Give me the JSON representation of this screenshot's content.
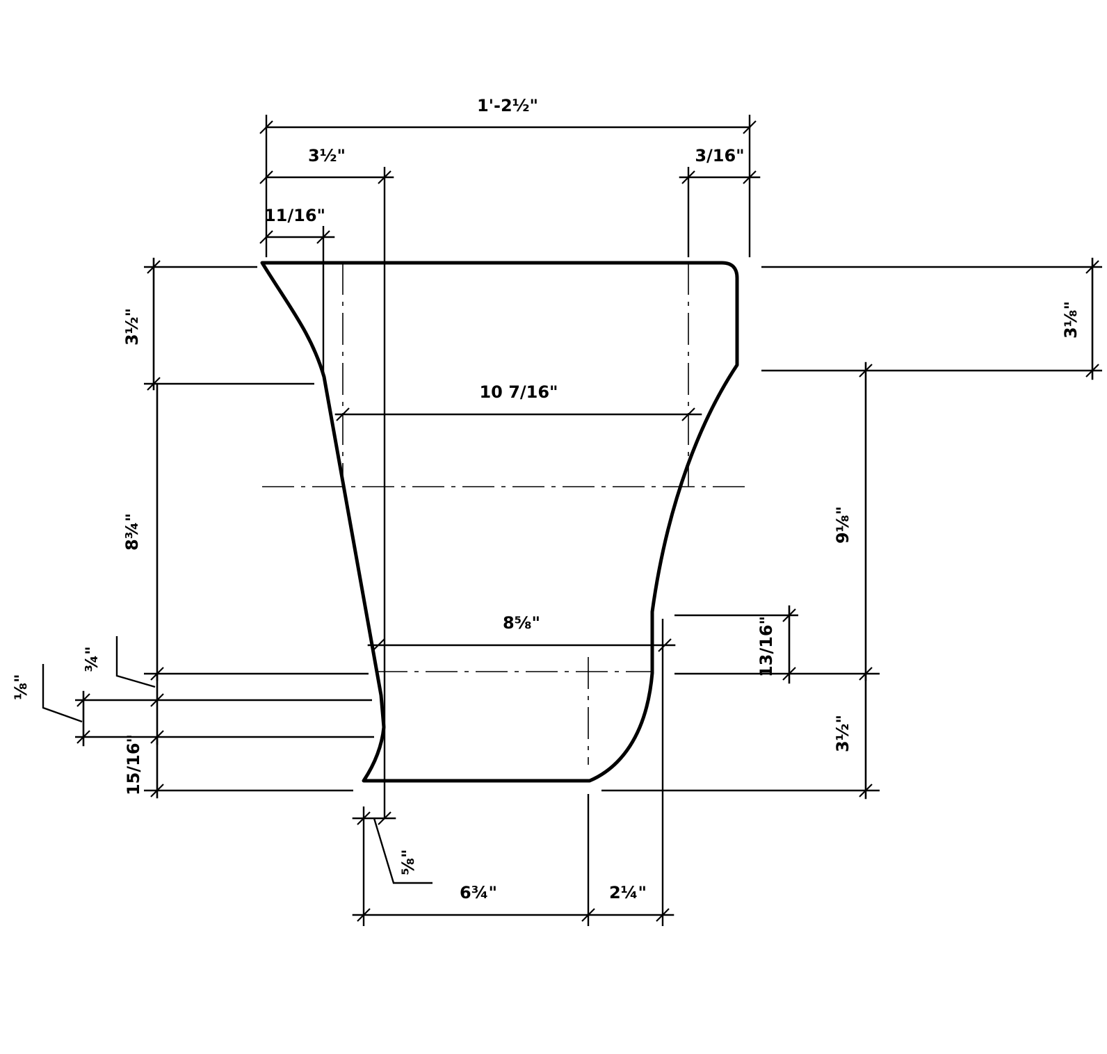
{
  "drawing": {
    "dimensions": {
      "overall_width": "1'-2½\"",
      "top_left_3_5": "3½\"",
      "top_right_3_16": "3/16\"",
      "top_left_11_16": "11/16\"",
      "left_upper_3_5": "3½\"",
      "mid_width_10_7_16": "10 7/16\"",
      "left_8_3_4": "8¾\"",
      "right_3_1_8": "3⅛\"",
      "right_9_1_8": "9⅛\"",
      "lower_width_8_5_8": "8⅝\"",
      "right_13_16": "13/16\"",
      "left_3_4": "¾\"",
      "left_1_8": "⅛\"",
      "left_15_16": "15/16\"",
      "right_lower_3_5": "3½\"",
      "bottom_5_8": "⅝\"",
      "bottom_6_3_4": "6¾\"",
      "bottom_2_1_4": "2¼\""
    }
  }
}
